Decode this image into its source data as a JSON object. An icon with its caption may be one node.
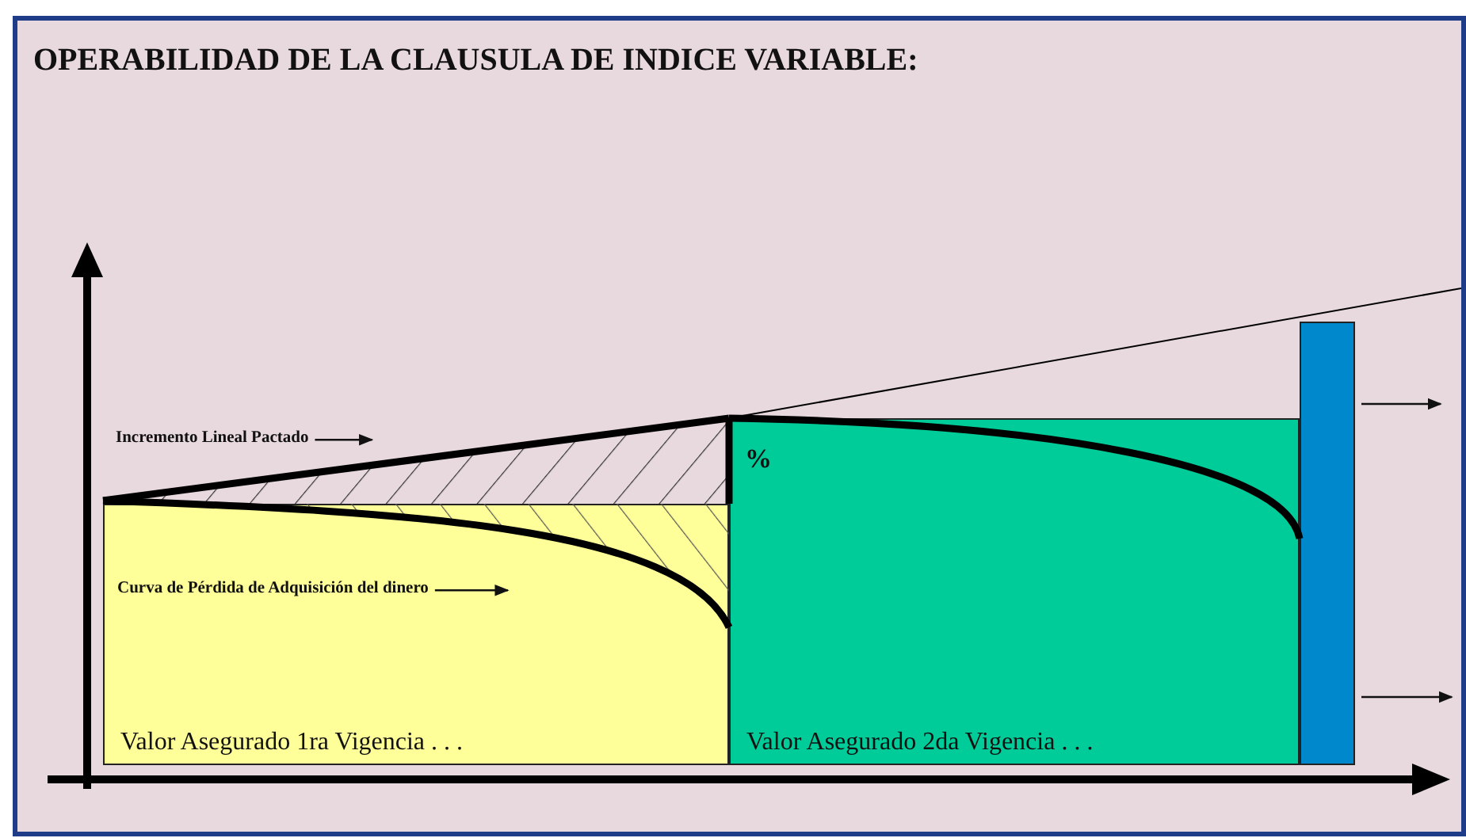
{
  "diagram": {
    "title": "OPERABILIDAD DE LA CLAUSULA DE INDICE VARIABLE:",
    "nodes": [
      {
        "text": [
          "Valor Asegurado 1ra Vigencia . . ."
        ]
      },
      {
        "text": [
          "Valor Asegurado 2da Vigencia . . ."
        ]
      },
      {
        "text": [],
        "shape": "bar"
      },
      {
        "text": [
          "Incremento Lineal Pactado"
        ]
      },
      {
        "text": [
          "Curva de Pérdida de Adquisición del dinero"
        ],
        "in": 0
      }
    ],
    "edges": [
      {
        "from": 3,
        "to": null,
        "arrow": "to"
      },
      {
        "from": 4,
        "to": null,
        "arrow": "to"
      },
      {
        "from": 2,
        "to": null,
        "arrow": "to"
      },
      {
        "from": 2,
        "to": null,
        "arrow": "to"
      }
    ],
    "labels": [
      "%"
    ]
  }
}
